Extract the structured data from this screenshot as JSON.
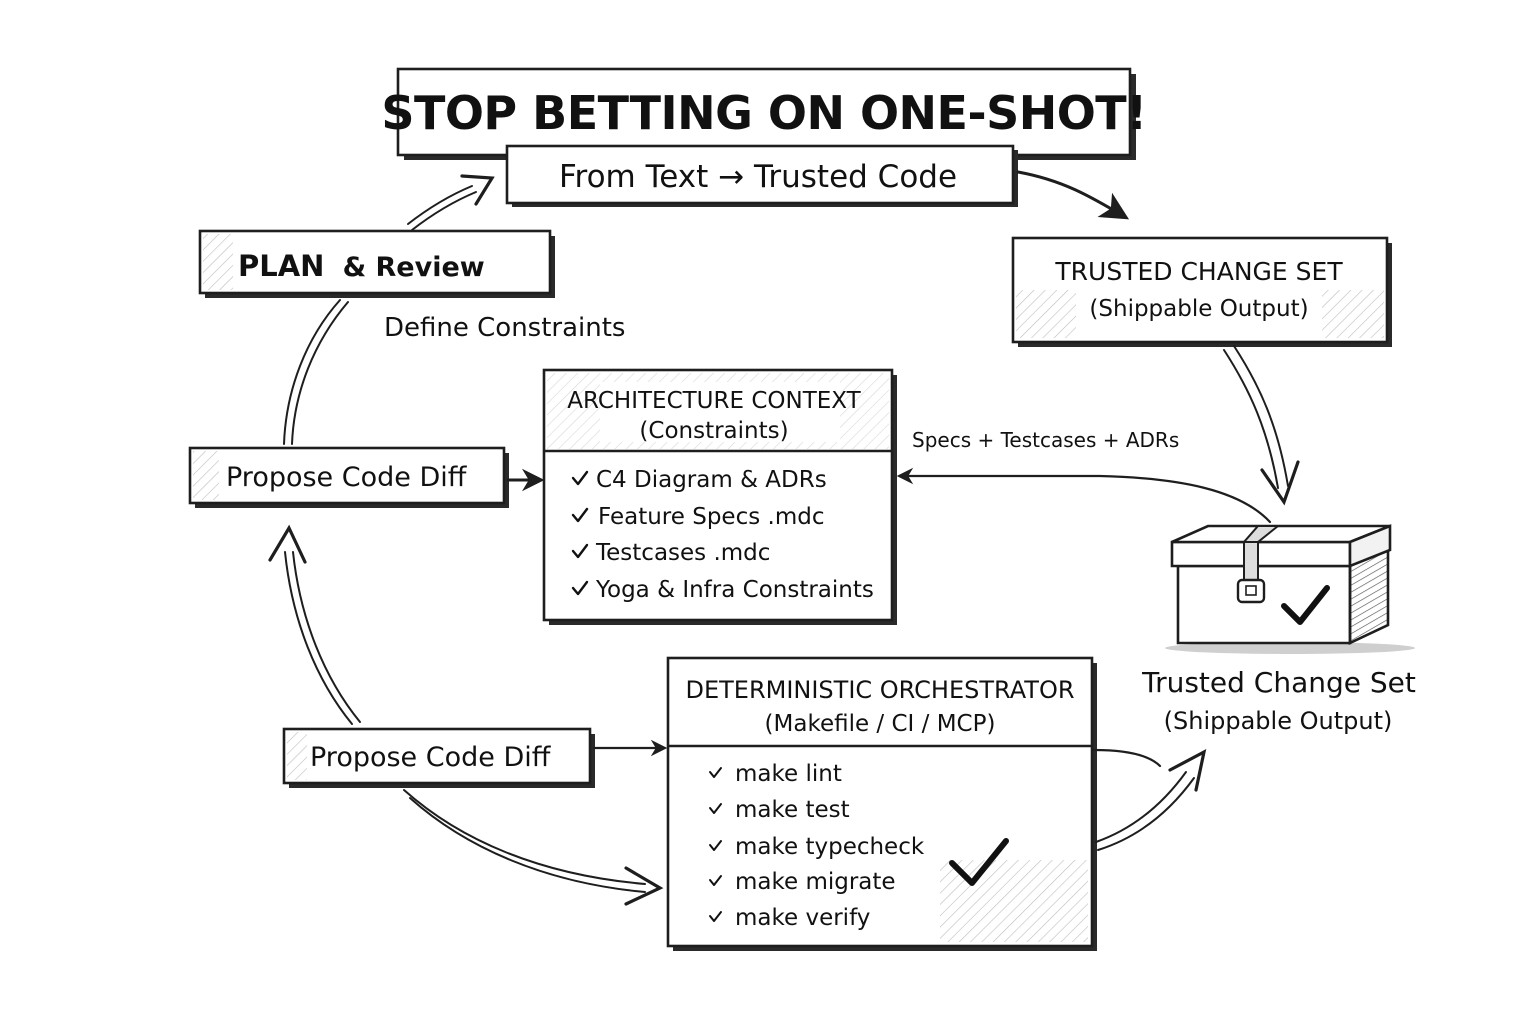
{
  "title": "STOP BETTING ON ONE-SHOT!",
  "subtitle": "From Text → Trusted Code",
  "plan_box": {
    "bold": "PLAN",
    "rest": "& Review"
  },
  "define_constraints": "Define Constraints",
  "trusted_top": {
    "title": "TRUSTED CHANGE SET",
    "subtitle": "(Shippable Output)"
  },
  "architecture": {
    "title": "ARCHITECTURE CONTEXT",
    "subtitle": "(Constraints)",
    "items": [
      "C4 Diagram & ADRs",
      "Feature Specs .mdc",
      "Testcases .mdc",
      "Yoga & Infra Constraints"
    ]
  },
  "specs_label": "Specs + Testcases + ADRs",
  "propose_top": "Propose Code Diff",
  "propose_bottom": "Propose Code Diff",
  "orchestrator": {
    "title": "DETERMINISTIC ORCHESTRATOR",
    "subtitle": "(Makefile / CI / MCP)",
    "items": [
      "make lint",
      "make test",
      "make typecheck",
      "make migrate",
      "make verify"
    ]
  },
  "trusted_bottom": {
    "title": "Trusted Change Set",
    "subtitle": "(Shippable Output)"
  },
  "icons": [
    "check-icon",
    "box-icon",
    "arrow-icon"
  ]
}
